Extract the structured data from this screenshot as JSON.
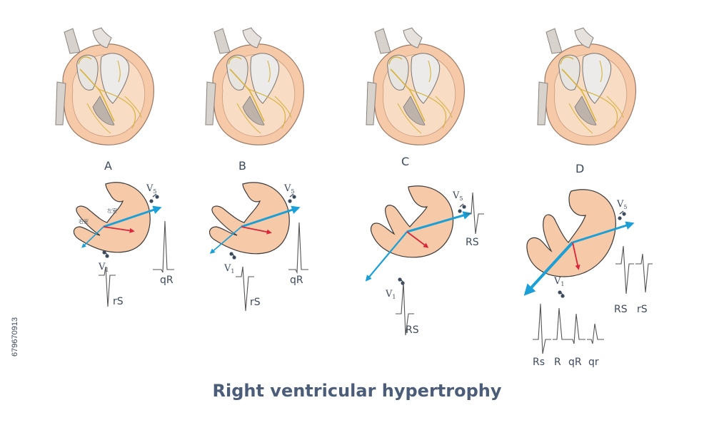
{
  "title": "Right ventricular hypertrophy",
  "watermark_id": "679670913",
  "panels": [
    {
      "letter": "A",
      "v5_label": "V",
      "v5_sub": "5",
      "v1_label": "V",
      "v1_sub": "1",
      "v5_wave": "qR",
      "v1_wave": "rS",
      "lv_label": "左室",
      "rv_label": "右室"
    },
    {
      "letter": "B",
      "v5_label": "V",
      "v5_sub": "5",
      "v1_label": "V",
      "v1_sub": "1",
      "v5_wave": "qR",
      "v1_wave": "rS"
    },
    {
      "letter": "C",
      "v5_label": "V",
      "v5_sub": "5",
      "v1_label": "V",
      "v1_sub": "1",
      "v5_wave": "RS",
      "v1_wave": "RS"
    },
    {
      "letter": "D",
      "v5_label": "V",
      "v5_sub": "5",
      "v1_label": "V",
      "v1_sub": "1",
      "v5_waves": [
        "RS",
        "rS"
      ],
      "v1_waves": [
        "Rs",
        "R",
        "qR",
        "qr"
      ]
    }
  ],
  "colors": {
    "myocardium": "#f6c9a8",
    "outline": "#3a3a3a",
    "vector_blue": "#1a9fd6",
    "vector_red": "#d9263a",
    "wave": "#555555",
    "title": "#4b5d78"
  }
}
